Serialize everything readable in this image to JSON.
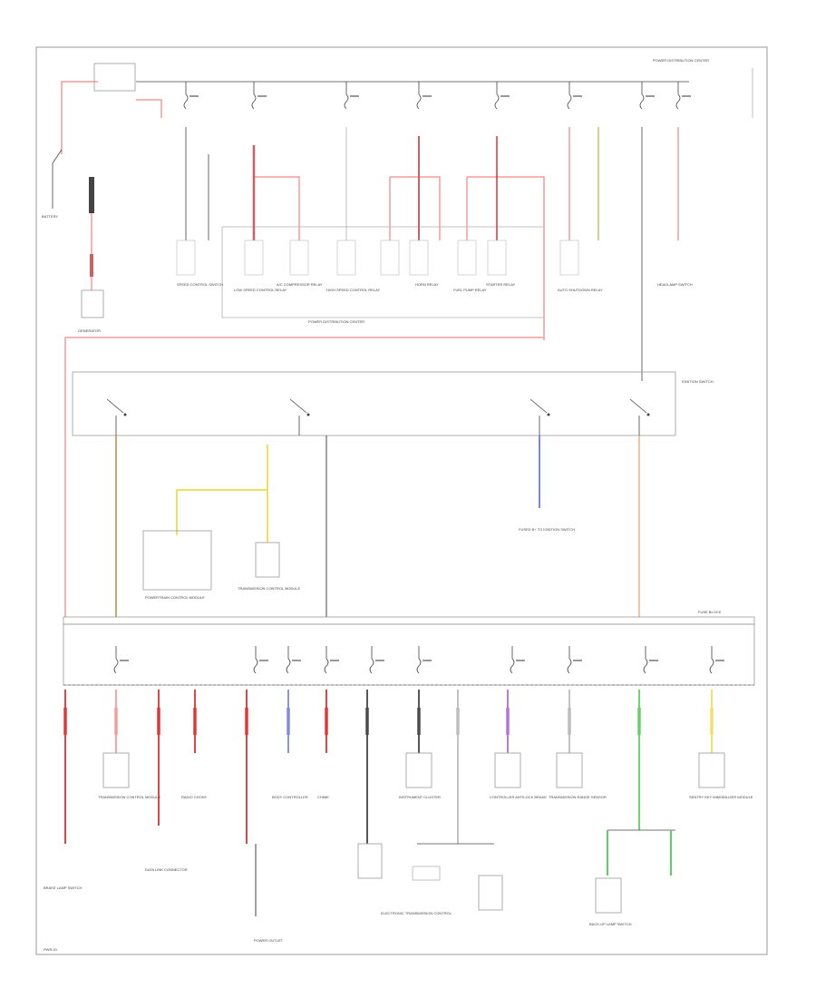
{
  "diagram": {
    "labels": {
      "fuse_center_top": "POWER DISTRIBUTION CENTER",
      "fuse_center_mid": "POWER DISTRIBUTION CENTER",
      "ignition_switch": "IGNITION SWITCH",
      "fuse_block": "FUSE BLOCK",
      "battery": "BATTERY",
      "generator": "GENERATOR",
      "footer": "PWR-01"
    },
    "top_loads": [
      "SPEED CONTROL SWITCH",
      "LOW SPEED CONTROL RELAY",
      "A/C COMPRESSOR RELAY",
      "HIGH SPEED CONTROL RELAY",
      "HORN RELAY",
      "FUEL PUMP RELAY",
      "STARTER RELAY",
      "AUTO SHUTDOWN RELAY",
      "HEADLAMP SWITCH"
    ],
    "mid_loads": [
      "POWERTRAIN CONTROL MODULE",
      "TRANSMISSION CONTROL MODULE",
      "FUSED B+ TO IGNITION SWITCH"
    ],
    "bottom_loads": [
      "TRANSMISSION CONTROL MODULE",
      "RADIO CHOKE",
      "BODY CONTROLLER",
      "CHIME",
      "INSTRUMENT CLUSTER",
      "CONTROLLER ANTILOCK BRAKE",
      "TRANSMISSION RANGE SENSOR",
      "SENTRY KEY IMMOBILIZER MODULE",
      "DATA LINK CONNECTOR",
      "BRAKE LAMP SWITCH",
      "POWER OUTLET",
      "ELECTRONIC TRANSMISSION CONTROL",
      "BACK-UP LAMP SWITCH"
    ]
  },
  "colors": {
    "red": "#e03030",
    "pink": "#f59a9a",
    "yellow": "#f0e060",
    "tan": "#c8a870",
    "blue": "#7a8ad8",
    "violet": "#b070d0",
    "green": "#60d060",
    "orange": "#f0b080",
    "black": "#444444",
    "gray": "#bbbbbb"
  }
}
